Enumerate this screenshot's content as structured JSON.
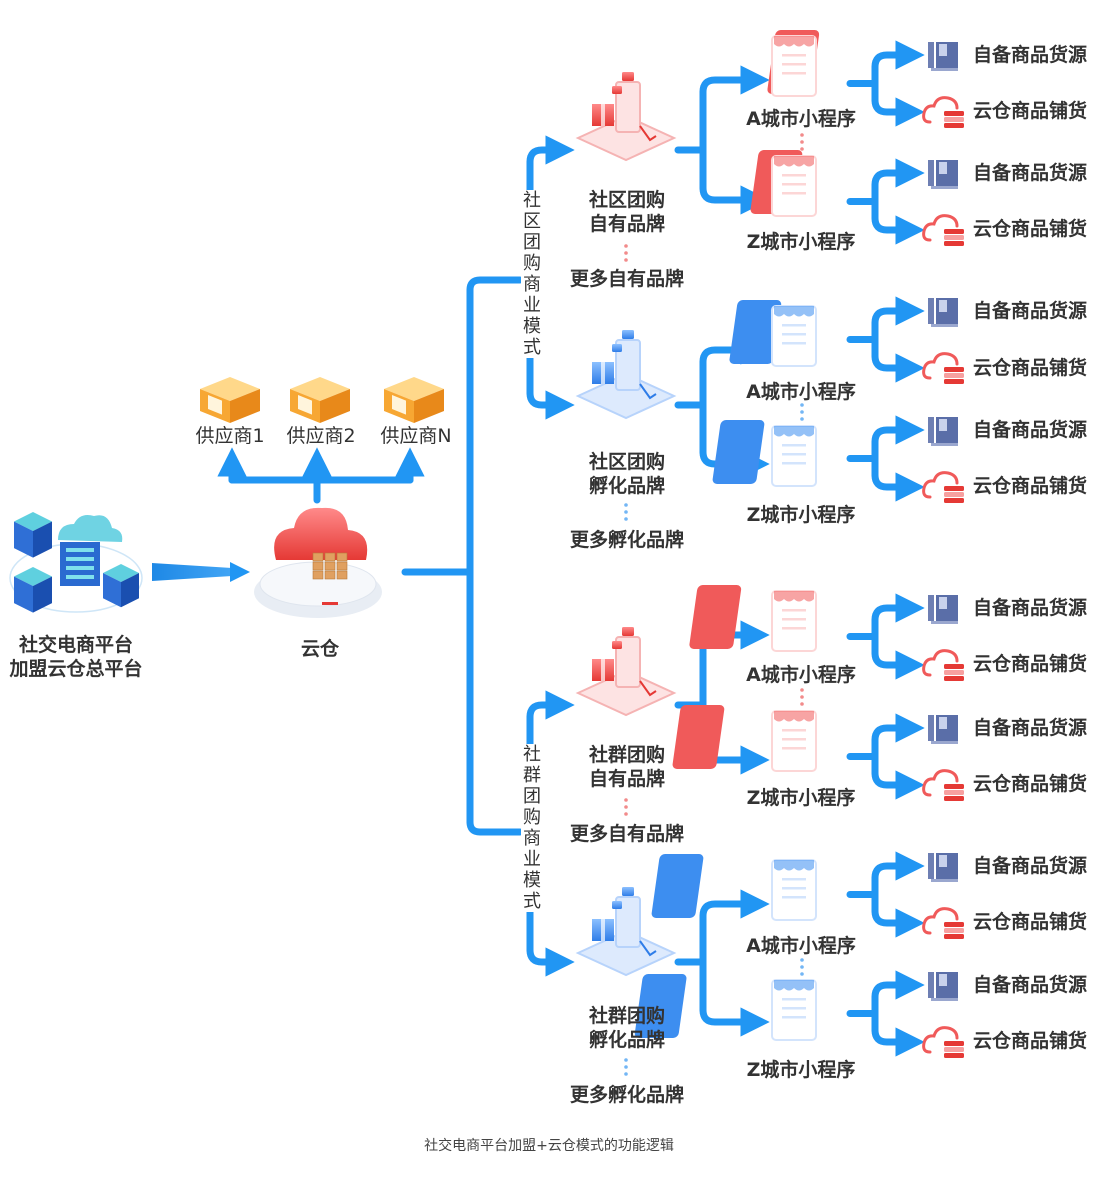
{
  "colors": {
    "arrow": "#2196f3",
    "red": "#f05a5a",
    "blue": "#3d8ef0",
    "orange": "#f7a733"
  },
  "platform": {
    "line1": "社交电商平台",
    "line2": "加盟云仓总平台",
    "icon": "server-cloud-icon"
  },
  "warehouse": {
    "label": "云仓",
    "icon": "cloud-warehouse-icon"
  },
  "suppliers": [
    {
      "label": "供应商1",
      "icon": "supplier-box-icon"
    },
    {
      "label": "供应商2",
      "icon": "supplier-box-icon"
    },
    {
      "label": "供应商N",
      "icon": "supplier-box-icon"
    }
  ],
  "models": [
    {
      "label": "社区团购商业模式"
    },
    {
      "label": "社群团购商业模式"
    }
  ],
  "brands": [
    {
      "line1": "社区团购",
      "line2": "自有品牌",
      "more": "更多自有品牌",
      "theme": "red"
    },
    {
      "line1": "社区团购",
      "line2": "孵化品牌",
      "more": "更多孵化品牌",
      "theme": "blue"
    },
    {
      "line1": "社群团购",
      "line2": "自有品牌",
      "more": "更多自有品牌",
      "theme": "red"
    },
    {
      "line1": "社群团购",
      "line2": "孵化品牌",
      "more": "更多孵化品牌",
      "theme": "blue"
    }
  ],
  "cities": {
    "a": "A城市小程序",
    "z": "Z城市小程序"
  },
  "sources": {
    "own": "自备商品货源",
    "cloud": "云仓商品铺货",
    "own_icon": "book-icon",
    "cloud_icon": "cloud-stack-icon"
  },
  "caption": "社交电商平台加盟+云仓模式的功能逻辑"
}
